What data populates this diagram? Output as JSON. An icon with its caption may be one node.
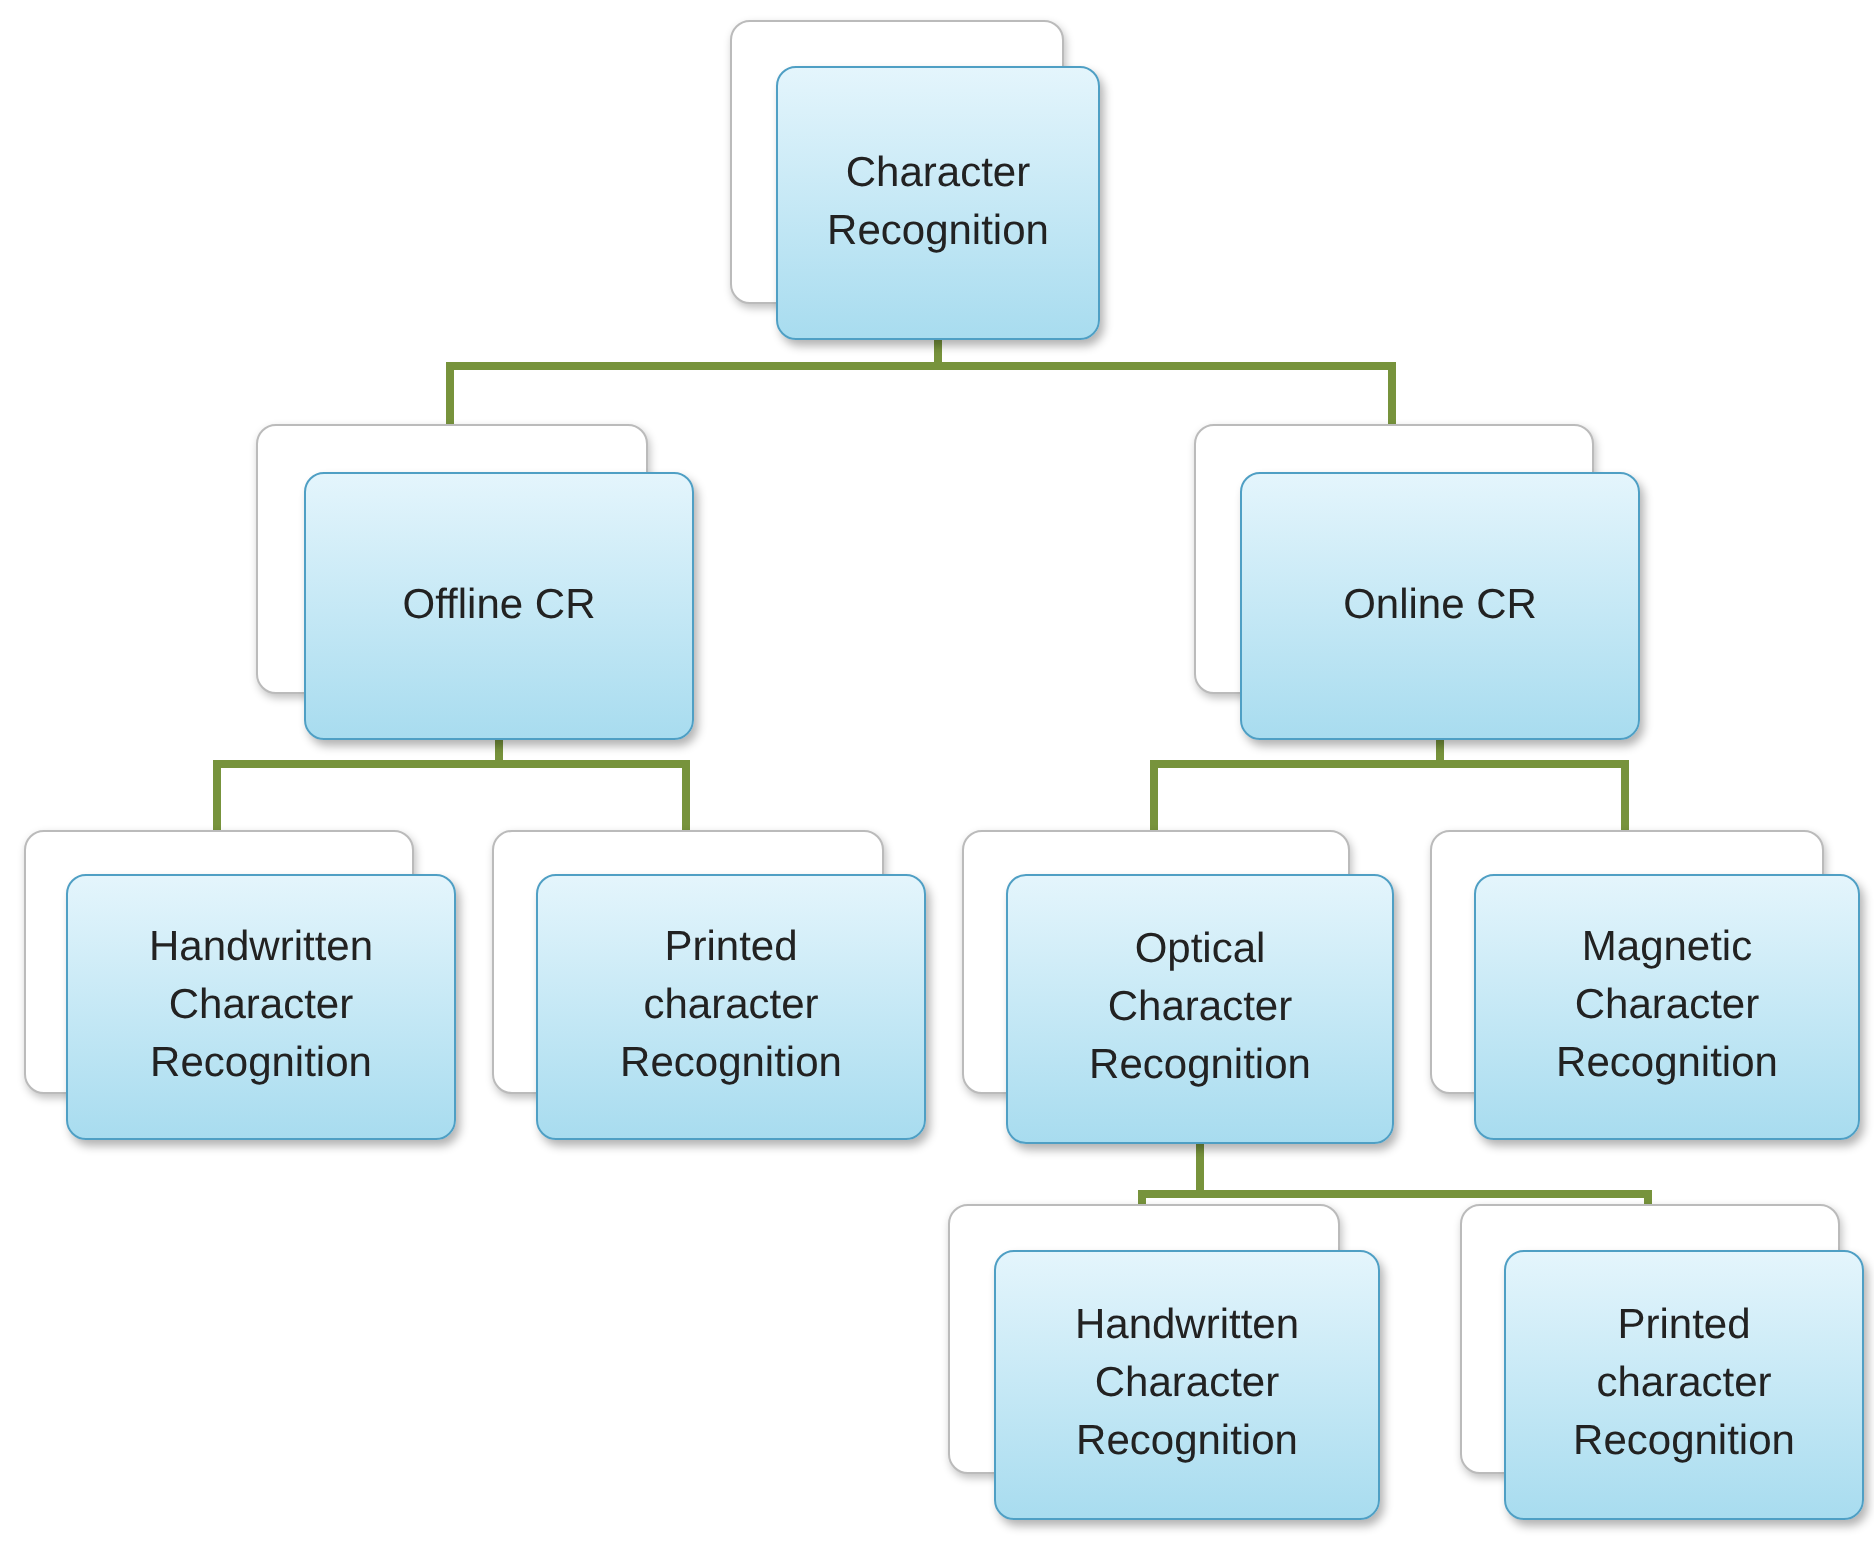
{
  "diagram": {
    "nodes": [
      {
        "text": [
          "Character Recognition"
        ]
      },
      {
        "text": [
          "Offline CR"
        ]
      },
      {
        "text": [
          "Online CR"
        ]
      },
      {
        "text": [
          "Handwritten Character Recognition"
        ]
      },
      {
        "text": [
          "Printed character Recognition"
        ]
      },
      {
        "text": [
          "Optical Character Recognition"
        ]
      },
      {
        "text": [
          "Magnetic Character Recognition"
        ]
      },
      {
        "text": [
          "Handwritten Character Recognition"
        ]
      },
      {
        "text": [
          "Printed character Recognition"
        ]
      }
    ],
    "edges": [
      {
        "from": 0,
        "to": 1,
        "arrow": "none"
      },
      {
        "from": 0,
        "to": 2,
        "arrow": "none"
      },
      {
        "from": 1,
        "to": 3,
        "arrow": "none"
      },
      {
        "from": 1,
        "to": 4,
        "arrow": "none"
      },
      {
        "from": 2,
        "to": 5,
        "arrow": "none"
      },
      {
        "from": 2,
        "to": 6,
        "arrow": "none"
      },
      {
        "from": 5,
        "to": 7,
        "arrow": "none"
      },
      {
        "from": 5,
        "to": 8,
        "arrow": "none"
      }
    ]
  }
}
